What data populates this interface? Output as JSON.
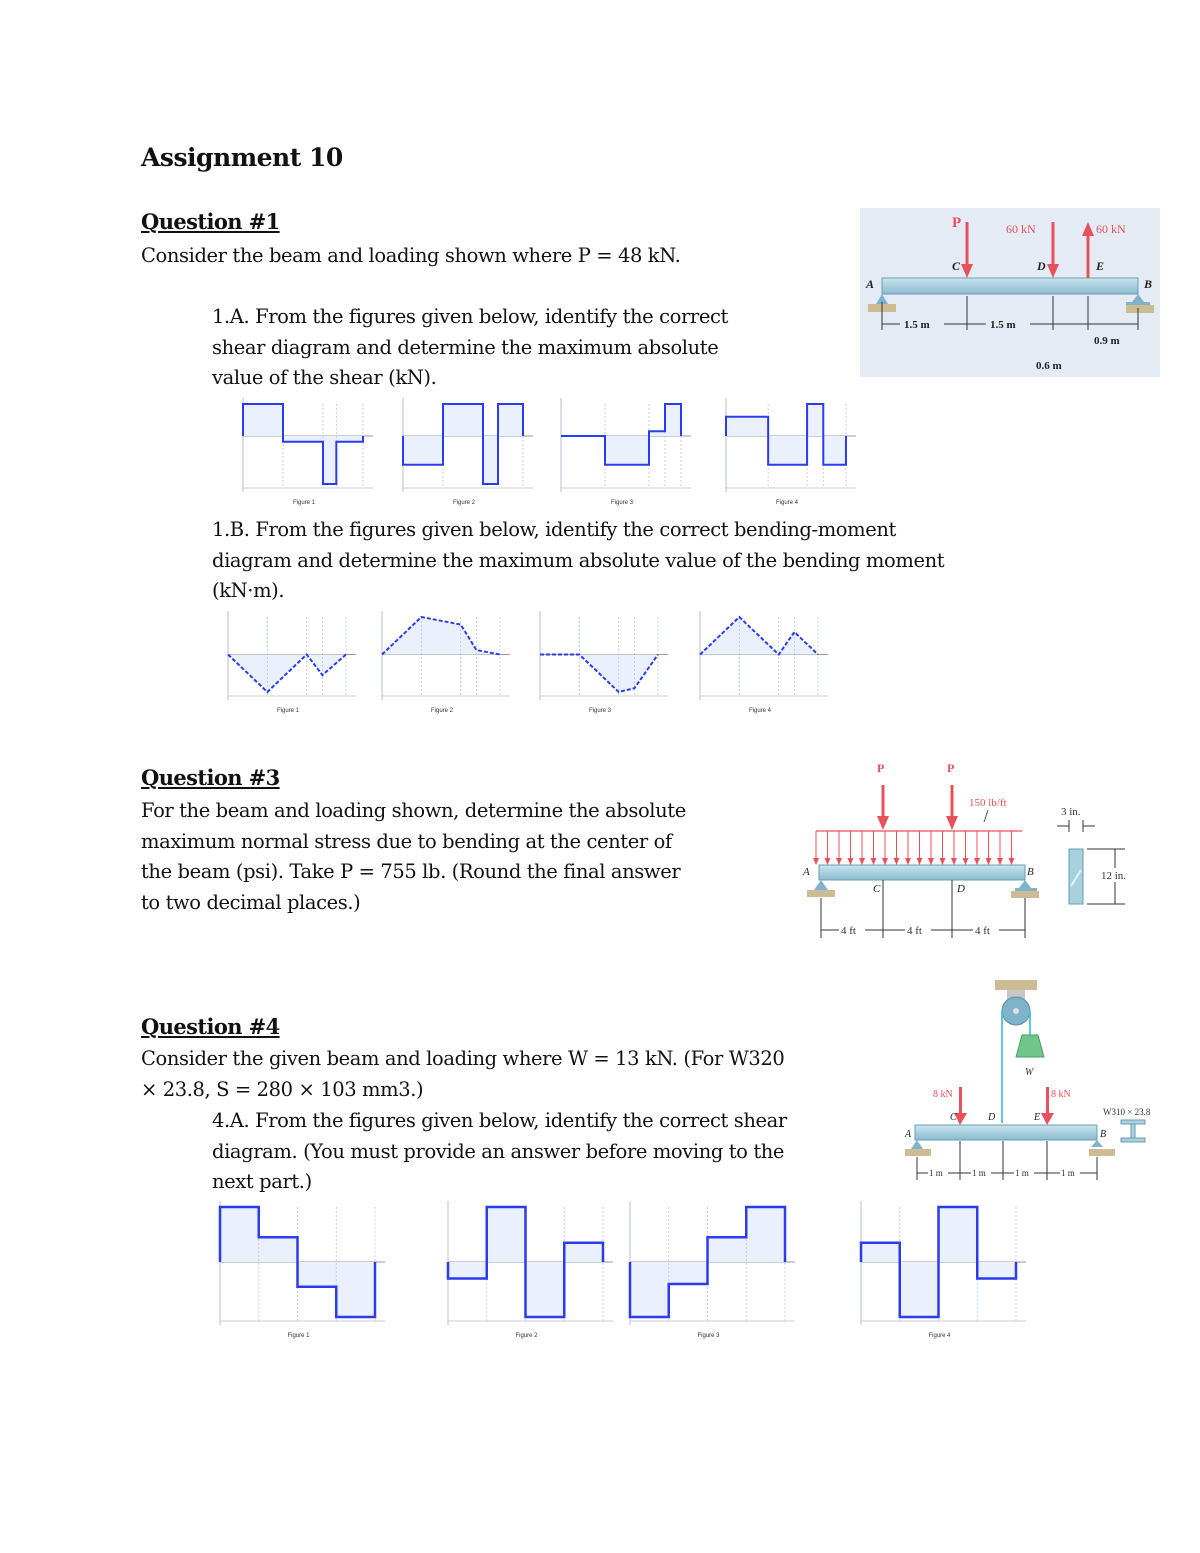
{
  "document": {
    "title": "Assignment 10",
    "question1": {
      "heading": "Question #1",
      "intro": "Consider the beam and loading shown where P = 48 kN.",
      "part_a_lines": [
        "1.A.  From the figures given below, identify the correct",
        "shear diagram and determine the maximum absolute",
        "value of the shear (kN)."
      ],
      "part_b_lines": [
        "1.B. From the figures given below, identify the correct bending-moment",
        "diagram and determine the maximum absolute value of the bending moment",
        "(kN·m)."
      ],
      "beam_figure": {
        "loads": [
          "P",
          "60 kN",
          "60 kN"
        ],
        "points": [
          "A",
          "C",
          "D",
          "E",
          "B"
        ],
        "dims": [
          "1.5 m",
          "1.5 m",
          "0.6 m",
          "0.9 m"
        ],
        "bg_color": "#e4ebf5",
        "load_color": "#e8505b"
      },
      "shear_figures": [
        "Figure 1",
        "Figure 2",
        "Figure 3",
        "Figure 4"
      ],
      "moment_figures": [
        "Figure 1",
        "Figure 2",
        "Figure 3",
        "Figure 4"
      ]
    },
    "question3": {
      "heading": "Question #3",
      "lines": [
        "For the beam and loading shown, determine the absolute",
        "maximum normal stress due to bending at the center of",
        "the beam (psi). Take P = 755 lb. (Round the final answer",
        "to two decimal places.)"
      ],
      "beam_figure": {
        "loads": [
          "P",
          "P"
        ],
        "distributed_load": "150 lb/ft",
        "points": [
          "A",
          "C",
          "D",
          "B"
        ],
        "dims": [
          "4 ft",
          "4 ft",
          "4 ft"
        ],
        "section_width": "3 in.",
        "section_height": "12 in."
      }
    },
    "question4": {
      "heading": "Question #4",
      "intro_lines": [
        "Consider the given beam and loading where W = 13 kN. (For W320",
        "× 23.8, S = 280 × 103 mm3.)"
      ],
      "part_a_lines": [
        "4.A. From the figures given below, identify the correct shear",
        "diagram. (You must provide an answer before moving to the",
        "next part.)"
      ],
      "beam_figure": {
        "loads": [
          "8 kN",
          "8 kN"
        ],
        "weight_label": "W",
        "points": [
          "A",
          "C",
          "D",
          "E",
          "B"
        ],
        "dims": [
          "1 m",
          "1 m",
          "1 m",
          "1 m"
        ],
        "section_label": "W310 × 23.8"
      },
      "shear_figures": [
        "Figure 1",
        "Figure 2",
        "Figure 3",
        "Figure 4"
      ]
    }
  },
  "chart_data": [
    {
      "id": "q1-shear",
      "type": "line",
      "title": "Q1 shear diagrams (step)",
      "x": [
        0,
        1.5,
        3,
        3.6,
        4.5
      ],
      "series": [
        {
          "name": "Figure 1",
          "values": [
            [
              0,
              0
            ],
            [
              0,
              1
            ],
            [
              0.9,
              1
            ],
            [
              0.9,
              -0.12
            ],
            [
              1.8,
              -0.12
            ],
            [
              1.8,
              -1
            ],
            [
              2.1,
              -1
            ],
            [
              2.1,
              -0.12
            ],
            [
              2.7,
              -0.12
            ],
            [
              2.7,
              0
            ]
          ]
        },
        {
          "name": "Figure 2",
          "values": [
            [
              0,
              0
            ],
            [
              0,
              -0.6
            ],
            [
              0.8,
              -0.6
            ],
            [
              0.8,
              1
            ],
            [
              1.6,
              1
            ],
            [
              1.6,
              -1
            ],
            [
              1.9,
              -1
            ],
            [
              1.9,
              1
            ],
            [
              2.4,
              1
            ],
            [
              2.4,
              0
            ]
          ]
        },
        {
          "name": "Figure 3",
          "values": [
            [
              0,
              0
            ],
            [
              1.1,
              0
            ],
            [
              1.1,
              -0.6
            ],
            [
              2.2,
              -0.6
            ],
            [
              2.2,
              0.15
            ],
            [
              2.6,
              0.15
            ],
            [
              2.6,
              1
            ],
            [
              3,
              1
            ],
            [
              3,
              0
            ]
          ]
        },
        {
          "name": "Figure 4",
          "values": [
            [
              0,
              0
            ],
            [
              0,
              0.6
            ],
            [
              1.3,
              0.6
            ],
            [
              1.3,
              -0.6
            ],
            [
              2.5,
              -0.6
            ],
            [
              2.5,
              1
            ],
            [
              3,
              1
            ],
            [
              3,
              -0.6
            ],
            [
              3.7,
              -0.6
            ],
            [
              3.7,
              0
            ]
          ]
        }
      ]
    },
    {
      "id": "q1-moment",
      "type": "line",
      "title": "Q1 bending-moment diagrams",
      "series": [
        {
          "name": "Figure 1",
          "values": [
            [
              0,
              0
            ],
            [
              1,
              -1
            ],
            [
              2,
              0
            ],
            [
              2.4,
              -0.55
            ],
            [
              3,
              0
            ]
          ]
        },
        {
          "name": "Figure 2",
          "values": [
            [
              0,
              0
            ],
            [
              1,
              1
            ],
            [
              2,
              0.8
            ],
            [
              2.4,
              0.12
            ],
            [
              3,
              0
            ]
          ]
        },
        {
          "name": "Figure 3",
          "values": [
            [
              0,
              0
            ],
            [
              1,
              0
            ],
            [
              2,
              -1
            ],
            [
              2.4,
              -0.9
            ],
            [
              3,
              0
            ]
          ]
        },
        {
          "name": "Figure 4",
          "values": [
            [
              0,
              0
            ],
            [
              1,
              1
            ],
            [
              2,
              0
            ],
            [
              2.4,
              0.6
            ],
            [
              3,
              0
            ]
          ]
        }
      ]
    },
    {
      "id": "q4-shear",
      "type": "line",
      "title": "Q4 shear diagrams",
      "x": [
        0,
        1,
        2,
        3,
        4
      ],
      "series": [
        {
          "name": "Figure 1",
          "values": [
            [
              0,
              0
            ],
            [
              0,
              1
            ],
            [
              1,
              1
            ],
            [
              1,
              0.45
            ],
            [
              2,
              0.45
            ],
            [
              2,
              -0.45
            ],
            [
              3,
              -0.45
            ],
            [
              3,
              -1
            ],
            [
              4,
              -1
            ],
            [
              4,
              0
            ]
          ]
        },
        {
          "name": "Figure 2",
          "values": [
            [
              0,
              0
            ],
            [
              0,
              -0.3
            ],
            [
              1,
              -0.3
            ],
            [
              1,
              1
            ],
            [
              2,
              1
            ],
            [
              2,
              -1
            ],
            [
              3,
              -1
            ],
            [
              3,
              0.35
            ],
            [
              4,
              0.35
            ],
            [
              4,
              0
            ]
          ]
        },
        {
          "name": "Figure 3",
          "values": [
            [
              0,
              0
            ],
            [
              0,
              -1
            ],
            [
              1,
              -1
            ],
            [
              1,
              -0.4
            ],
            [
              2,
              -0.4
            ],
            [
              2,
              0.45
            ],
            [
              3,
              0.45
            ],
            [
              3,
              1
            ],
            [
              4,
              1
            ],
            [
              4,
              0
            ]
          ]
        },
        {
          "name": "Figure 4",
          "values": [
            [
              0,
              0
            ],
            [
              0,
              0.35
            ],
            [
              1,
              0.35
            ],
            [
              1,
              -1
            ],
            [
              2,
              -1
            ],
            [
              2,
              1
            ],
            [
              3,
              1
            ],
            [
              3,
              -0.3
            ],
            [
              4,
              -0.3
            ],
            [
              4,
              0
            ]
          ]
        }
      ]
    }
  ]
}
